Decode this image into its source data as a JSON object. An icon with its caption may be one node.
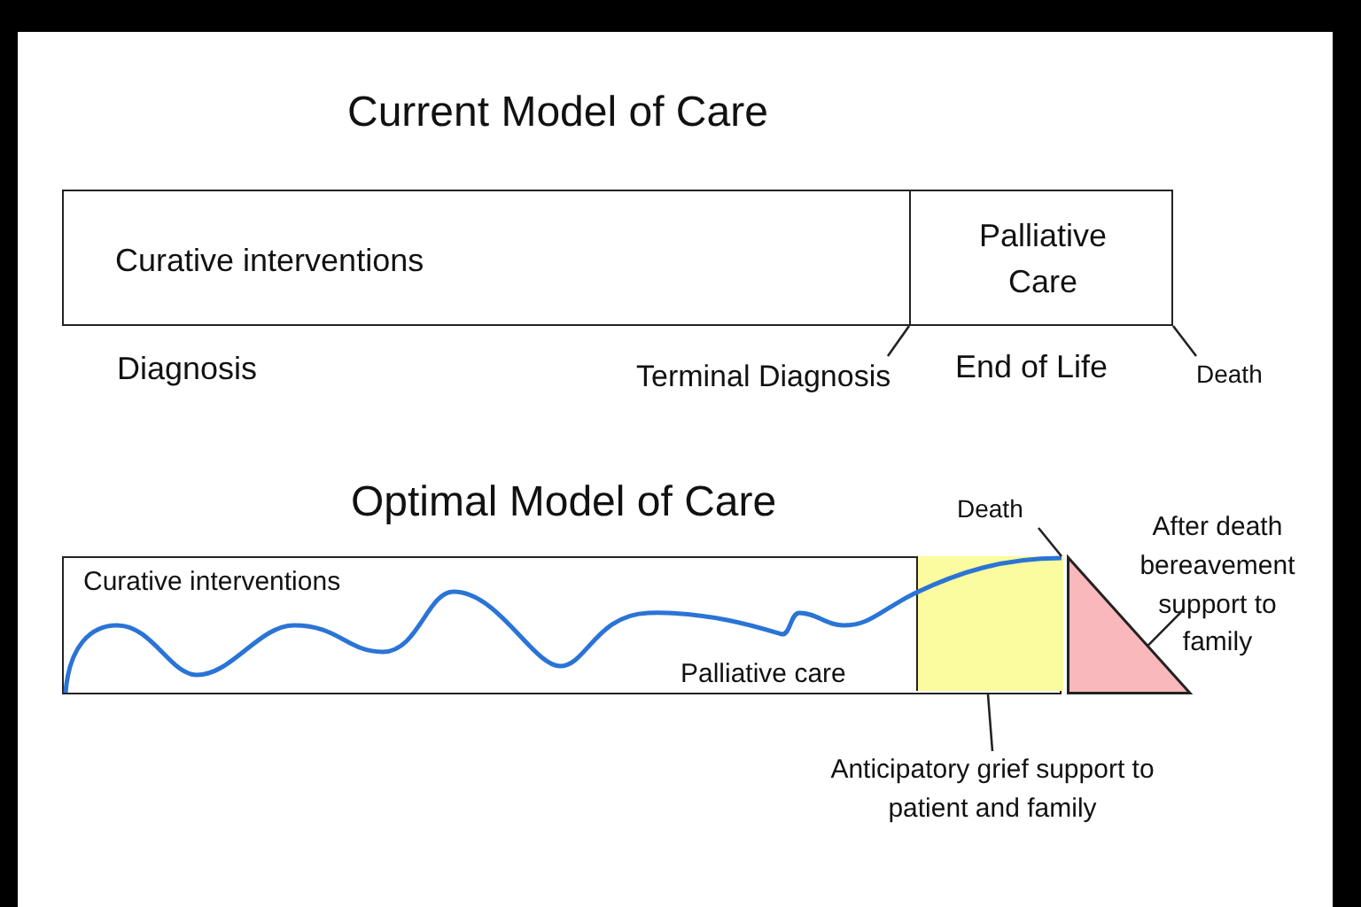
{
  "diagram": {
    "nodes": [
      {
        "text": [
          "Curative interventions"
        ],
        "beside": [
          "Diagnosis"
        ]
      },
      {
        "text": [
          "Palliative Care"
        ],
        "beside": [
          "End of Life"
        ]
      },
      {
        "text": [
          "Terminal Diagnosis"
        ]
      },
      {
        "text": [
          "Death"
        ]
      },
      {
        "text": [
          "Curative interventions",
          "Palliative care"
        ]
      },
      {
        "text": [],
        "shape": "box",
        "in": 4
      },
      {
        "text": [],
        "shape": "triangle"
      },
      {
        "text": [
          "Death"
        ]
      },
      {
        "text": [
          "After death bereavement support to family"
        ]
      },
      {
        "text": [
          "Anticipatory grief support to patient and family"
        ]
      }
    ],
    "edges": [
      {
        "from": 2,
        "to": 1,
        "arrow": "none"
      },
      {
        "from": 3,
        "to": 1,
        "arrow": "none"
      },
      {
        "from": 7,
        "to": 5,
        "arrow": "none"
      },
      {
        "from": 8,
        "to": 6,
        "arrow": "none"
      },
      {
        "from": 9,
        "to": 5,
        "arrow": "none"
      }
    ],
    "labels": [
      "Current Model of Care",
      "Optimal Model of Care"
    ]
  }
}
